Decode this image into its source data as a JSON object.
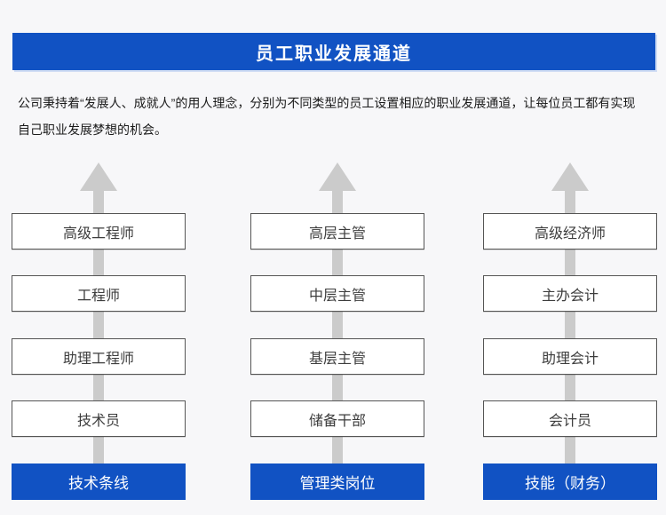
{
  "header": {
    "title": "员工职业发展通道"
  },
  "intro": {
    "text": "公司秉持着“发展人、成就人”的用人理念，分别为不同类型的员工设置相应的职业发展通道，让每位员工都有实现自己职业发展梦想的机会。"
  },
  "colors": {
    "accent_blue": "#1152c3",
    "arrow_gray": "#cbcbcb",
    "box_border": "#555555",
    "background": "#f7f7f9"
  },
  "columns": [
    {
      "id": "technical",
      "levels": [
        "高级工程师",
        "工程师",
        "助理工程师",
        "技术员"
      ],
      "track_label": "技术条线"
    },
    {
      "id": "management",
      "levels": [
        "高层主管",
        "中层主管",
        "基层主管",
        "储备干部"
      ],
      "track_label": "管理类岗位"
    },
    {
      "id": "finance",
      "levels": [
        "高级经济师",
        "主办会计",
        "助理会计",
        "会计员"
      ],
      "track_label": "技能（财务）"
    }
  ]
}
